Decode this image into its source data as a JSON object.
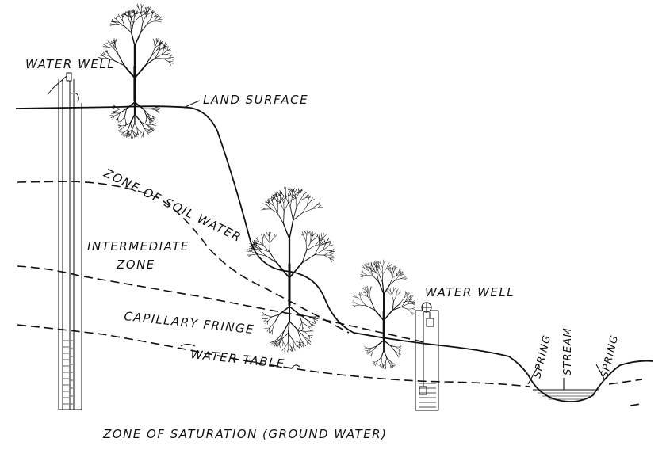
{
  "labels": {
    "water_well_left": "WATER WELL",
    "land_surface": "LAND SURFACE",
    "zone_soil_water": "ZONE OF SOIL WATER",
    "intermediate_line1": "INTERMEDIATE",
    "intermediate_line2": "ZONE",
    "capillary_fringe": "CAPILLARY FRINGE",
    "water_table": "WATER TABLE",
    "water_well_right": "WATER WELL",
    "spring_left": "SPRING",
    "stream": "STREAM",
    "spring_right": "SPRING",
    "zone_saturation": "ZONE OF SATURATION (GROUND WATER)"
  },
  "colors": {
    "ink": "#111111",
    "background": "#ffffff"
  },
  "icons": [
    "tree-icon",
    "pulley-wheel-icon",
    "bucket-icon",
    "pump-handle-icon"
  ]
}
